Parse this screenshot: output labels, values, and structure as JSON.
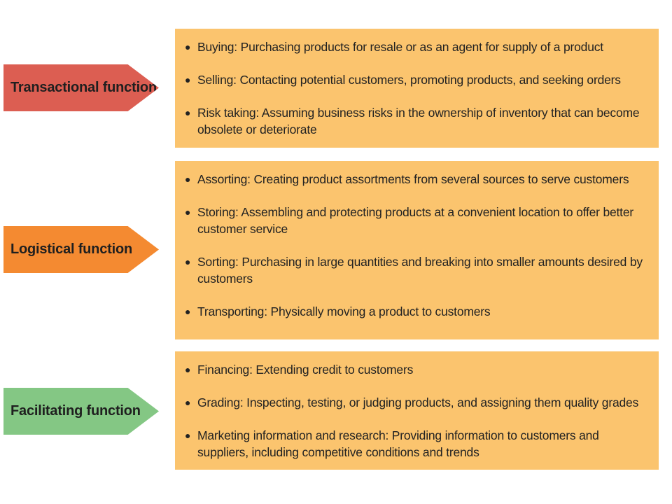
{
  "colors": {
    "transactional": "#dc5e52",
    "logistical": "#f48a31",
    "facilitating": "#84c784",
    "box": "#fbc46e"
  },
  "functions": [
    {
      "label": "Transactional function",
      "items": [
        "Buying: Purchasing products for resale or as an agent for supply of a product",
        "Selling: Contacting potential customers, promoting products, and seeking orders",
        "Risk taking: Assuming business risks in the ownership of inventory that can become obsolete or deteriorate"
      ]
    },
    {
      "label": "Logistical function",
      "items": [
        "Assorting: Creating product assortments from several sources to serve customers",
        "Storing: Assembling and protecting products at a convenient location to offer better customer service",
        "Sorting: Purchasing in large quantities and breaking into smaller amounts desired by customers",
        "Transporting: Physically moving a product to customers"
      ]
    },
    {
      "label": "Facilitating function",
      "items": [
        "Financing: Extending credit to customers",
        "Grading: Inspecting, testing, or judging products, and assigning them quality grades",
        "Marketing information and research: Providing information to customers and suppliers, including competitive conditions and trends"
      ]
    }
  ]
}
